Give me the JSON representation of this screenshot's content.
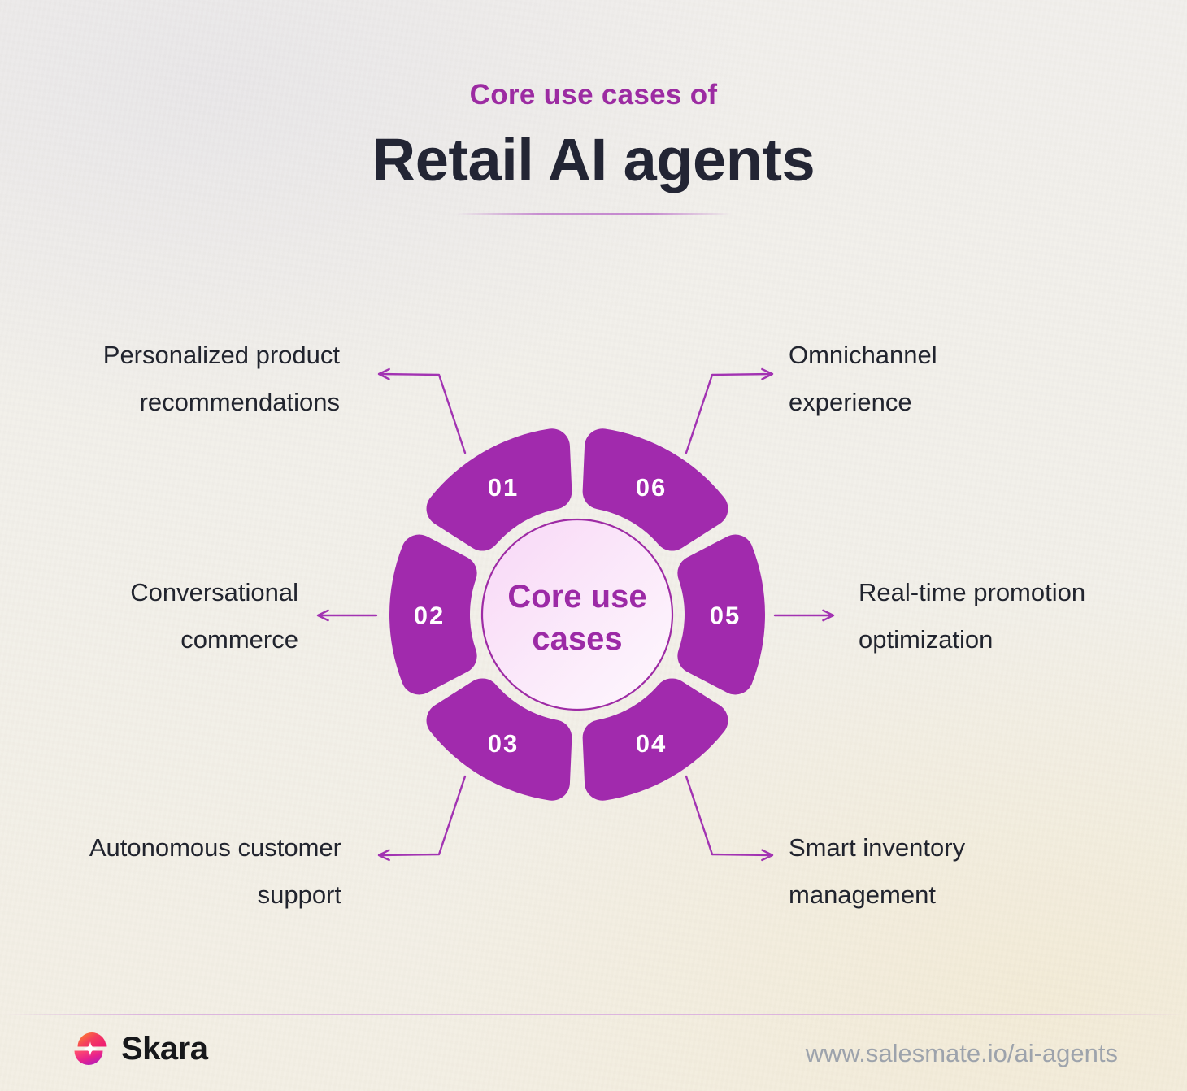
{
  "header": {
    "eyebrow": "Core use cases of",
    "title": "Retail AI agents"
  },
  "diagram": {
    "center_line1": "Core use",
    "center_line2": "cases",
    "segments": [
      {
        "number": "01"
      },
      {
        "number": "02"
      },
      {
        "number": "03"
      },
      {
        "number": "04"
      },
      {
        "number": "05"
      },
      {
        "number": "06"
      }
    ]
  },
  "labels": [
    {
      "id": "01",
      "lines": [
        "Personalized product",
        "recommendations"
      ]
    },
    {
      "id": "02",
      "lines": [
        "Conversational",
        "commerce"
      ]
    },
    {
      "id": "03",
      "lines": [
        "Autonomous customer",
        "support"
      ]
    },
    {
      "id": "04",
      "lines": [
        "Smart inventory",
        "management"
      ]
    },
    {
      "id": "05",
      "lines": [
        "Real-time promotion",
        "optimization"
      ]
    },
    {
      "id": "06",
      "lines": [
        "Omnichannel",
        "experience"
      ]
    }
  ],
  "footer": {
    "brand": "Skara",
    "url": "www.salesmate.io/ai-agents"
  },
  "colors": {
    "segment_purple": "#A12AAD",
    "eyebrow_purple": "#9C2BA2",
    "title_dark": "#232534",
    "label_dark": "#21242E",
    "arrow_purple": "#A233B2",
    "center_fill_from": "#F8D7F7",
    "center_fill_to": "#FEF8FE",
    "url_gray": "#9DA3AC",
    "background": "#F2F0EA"
  }
}
